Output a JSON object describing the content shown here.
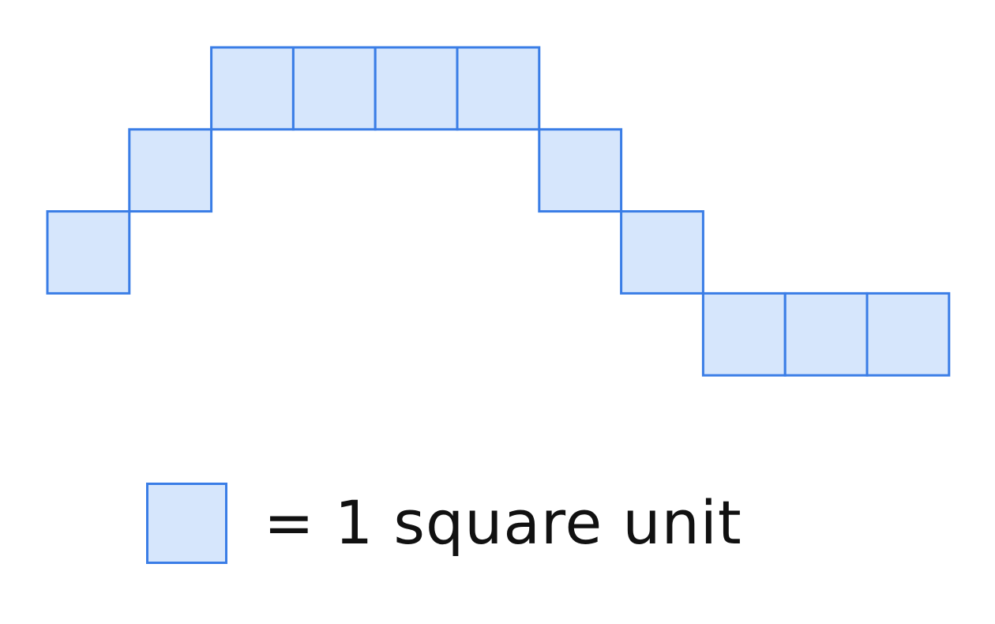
{
  "colors": {
    "square_fill": "#d6e6fc",
    "square_stroke": "#3a7de6",
    "text": "#111111"
  },
  "figure": {
    "shape_rows": [
      {
        "row": 0,
        "cols": [
          2,
          3,
          4,
          5
        ]
      },
      {
        "row": 1,
        "cols": [
          1,
          6
        ]
      },
      {
        "row": 2,
        "cols": [
          0,
          7
        ]
      },
      {
        "row": 3,
        "cols": [
          8,
          9,
          10
        ]
      }
    ]
  },
  "legend": {
    "label": "= 1 square unit"
  }
}
